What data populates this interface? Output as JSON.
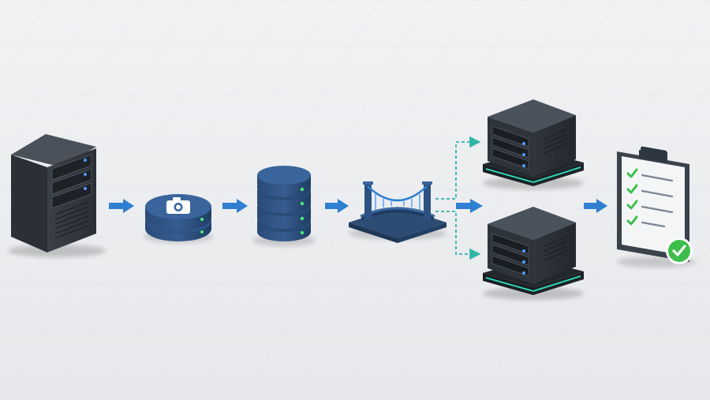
{
  "colors": {
    "background": "#ECEEF1",
    "grid_line": "#DDE1E6",
    "flow_arrow": "#2F7FD1",
    "branch_dash": "#2FB5A6",
    "server_dark": "#2E343B",
    "storage_blue": "#2B4E7E",
    "led_blue": "#4A9BFF",
    "led_green": "#4CEB7A",
    "check_green": "#3DBE4A"
  },
  "diagram": {
    "nodes": [
      {
        "id": "source-server",
        "icon": "tower-server-icon"
      },
      {
        "id": "snapshot",
        "icon": "camera-icon"
      },
      {
        "id": "replica-storage",
        "icon": "database-stack-icon"
      },
      {
        "id": "bridge",
        "icon": "bridge-icon"
      },
      {
        "id": "target-server-a",
        "icon": "server-cube-icon"
      },
      {
        "id": "target-server-b",
        "icon": "server-cube-icon"
      },
      {
        "id": "verification",
        "icon": "clipboard-checklist-icon"
      }
    ],
    "edges": [
      {
        "from": "source-server",
        "to": "snapshot",
        "style": "solid"
      },
      {
        "from": "snapshot",
        "to": "replica-storage",
        "style": "solid"
      },
      {
        "from": "replica-storage",
        "to": "bridge",
        "style": "solid"
      },
      {
        "from": "bridge",
        "to": "target-server-a",
        "style": "dashed"
      },
      {
        "from": "bridge",
        "to": "target-server-b",
        "style": "dashed"
      },
      {
        "from": "bridge",
        "to": "targets",
        "style": "solid"
      },
      {
        "from": "targets",
        "to": "verification",
        "style": "solid"
      }
    ]
  }
}
